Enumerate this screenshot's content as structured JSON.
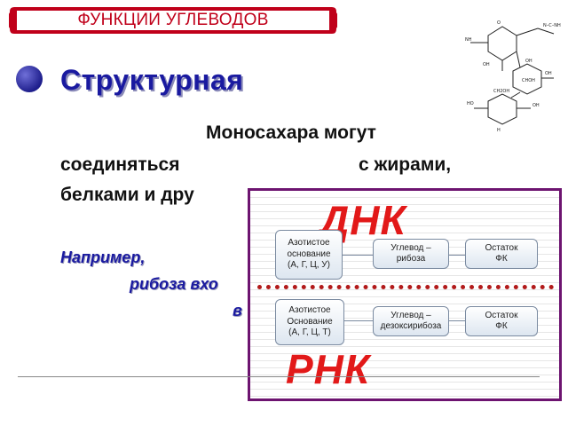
{
  "banner": {
    "title": "ФУНКЦИИ УГЛЕВОДОВ"
  },
  "heading": "Структурная",
  "paragraph": {
    "line1": "Моносахара могут",
    "line2a": "соединяться",
    "line2b": "с жирами,",
    "line3": "белками и  дру"
  },
  "example": {
    "line1": "Например,",
    "line2": "рибоза вхо",
    "line3": "в"
  },
  "overlay": {
    "dna_label": "ДНК",
    "rna_label": "РНК",
    "dna_boxes": {
      "base": "Азотистое\nоснование\n(А, Г, Ц, У)",
      "sugar": "Углевод –\nрибоза",
      "phosphate": "Остаток\nФК"
    },
    "rna_boxes": {
      "base": "Азотистое\nОснование\n(А, Г, Ц, Т)",
      "sugar": "Углевод –\nдезоксирибоза",
      "phosphate": "Остаток\nФК"
    }
  },
  "colors": {
    "banner_red": "#c0001a",
    "heading_blue": "#1a1aa0",
    "overlay_border": "#6d1470",
    "label_red": "#e21919"
  }
}
